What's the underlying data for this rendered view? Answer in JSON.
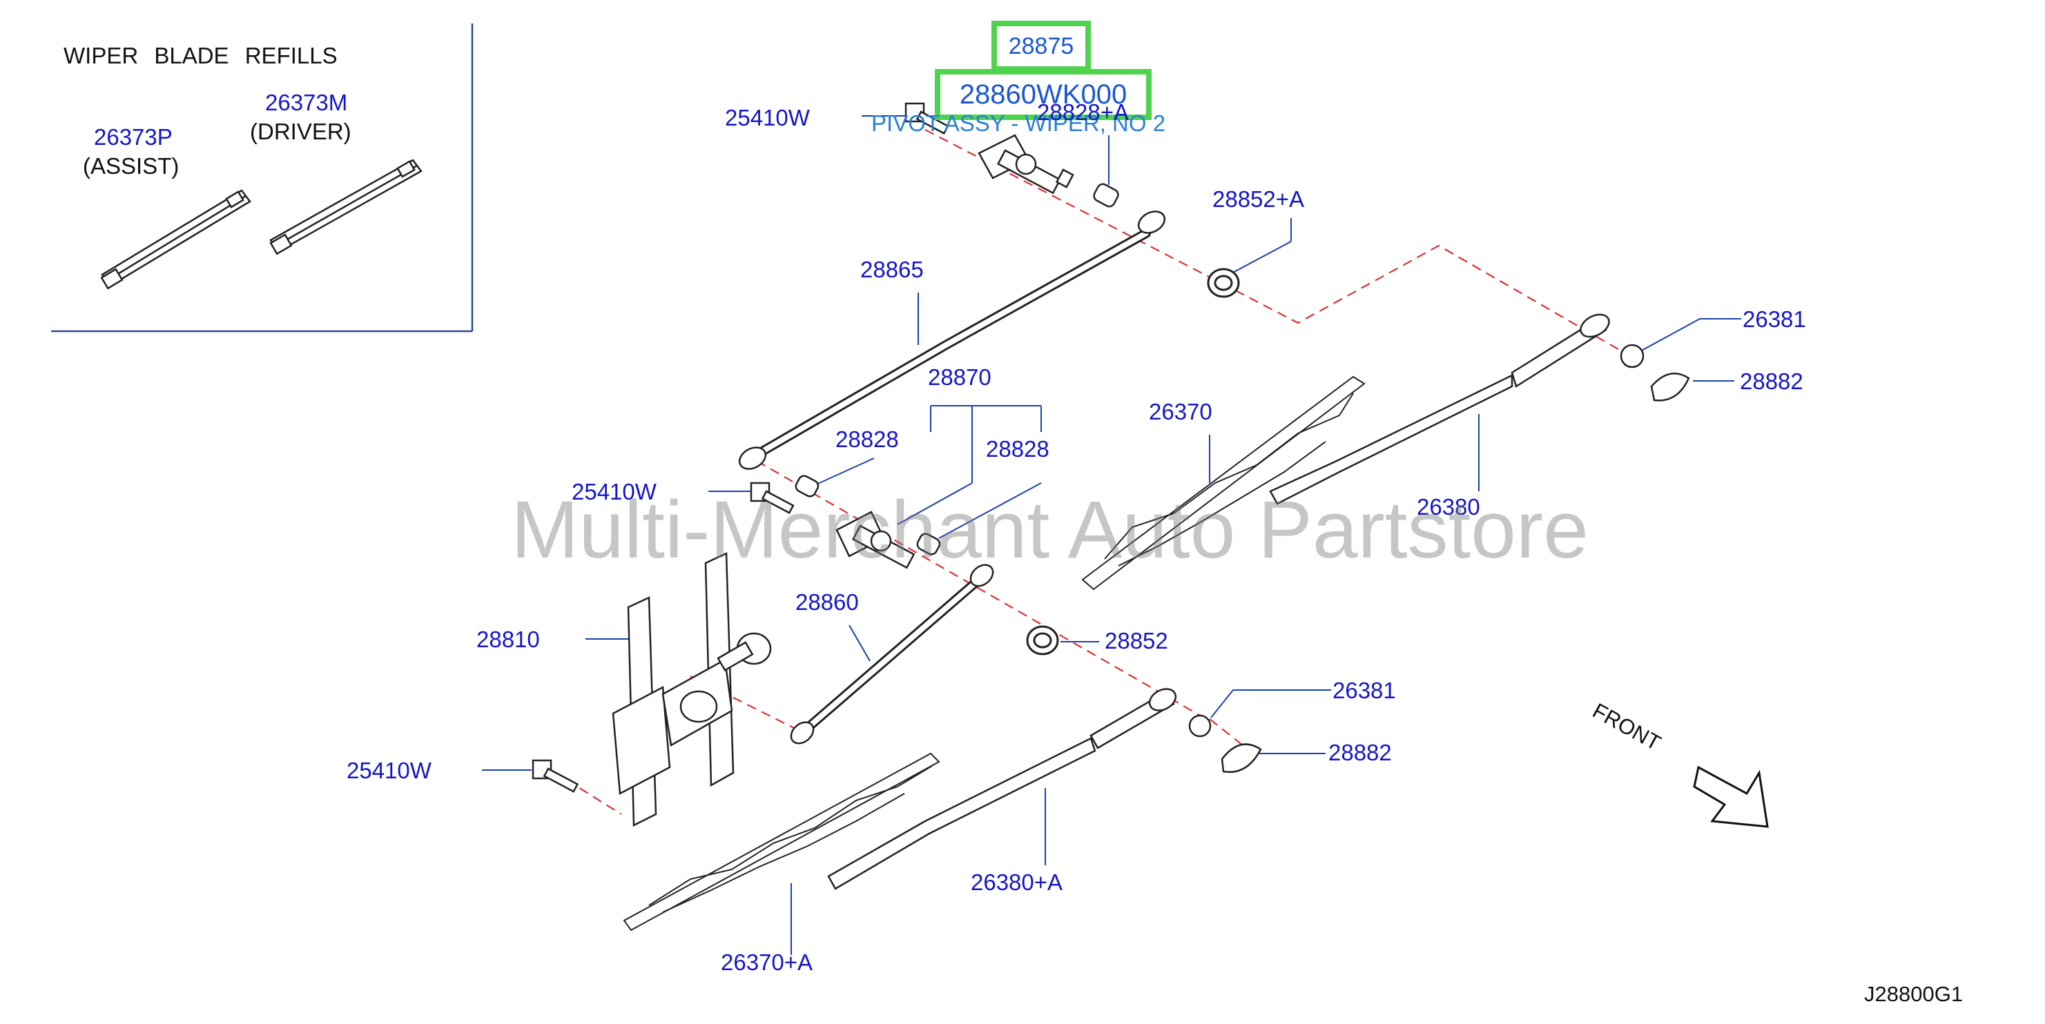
{
  "refills": {
    "title": "WIPER  BLADE  REFILLS",
    "assist_part": "26373P",
    "assist_label": "(ASSIST)",
    "driver_part": "26373M",
    "driver_label": "(DRIVER)"
  },
  "highlight": {
    "part_top": "28875",
    "part_number": "28860WK000",
    "description": "PIVOT ASSY - WIPER, NO 2"
  },
  "callouts": {
    "c25410w_a": "25410W",
    "c28828a": "28828+A",
    "c28852a": "28852+A",
    "c28865": "28865",
    "c26381_a": "26381",
    "c28882_a": "28882",
    "c28870": "28870",
    "c26370": "26370",
    "c28828_l": "28828",
    "c28828_r": "28828",
    "c25410w_b": "25410W",
    "c26380": "26380",
    "c28860": "28860",
    "c28810": "28810",
    "c28852": "28852",
    "c26381_b": "26381",
    "c28882_b": "28882",
    "c25410w_c": "25410W",
    "c26380a": "26380+A",
    "c26370a": "26370+A"
  },
  "front_label": "FRONT",
  "diagram_code": "J28800G1",
  "watermark": "Multi-Merchant Auto Partstore",
  "colors": {
    "callout_text": "#1515c8",
    "leader_line": "#1a3fb0",
    "dashed_line": "#e03030",
    "highlight_border": "#4fd34f",
    "part_description": "#2a7fd6"
  }
}
